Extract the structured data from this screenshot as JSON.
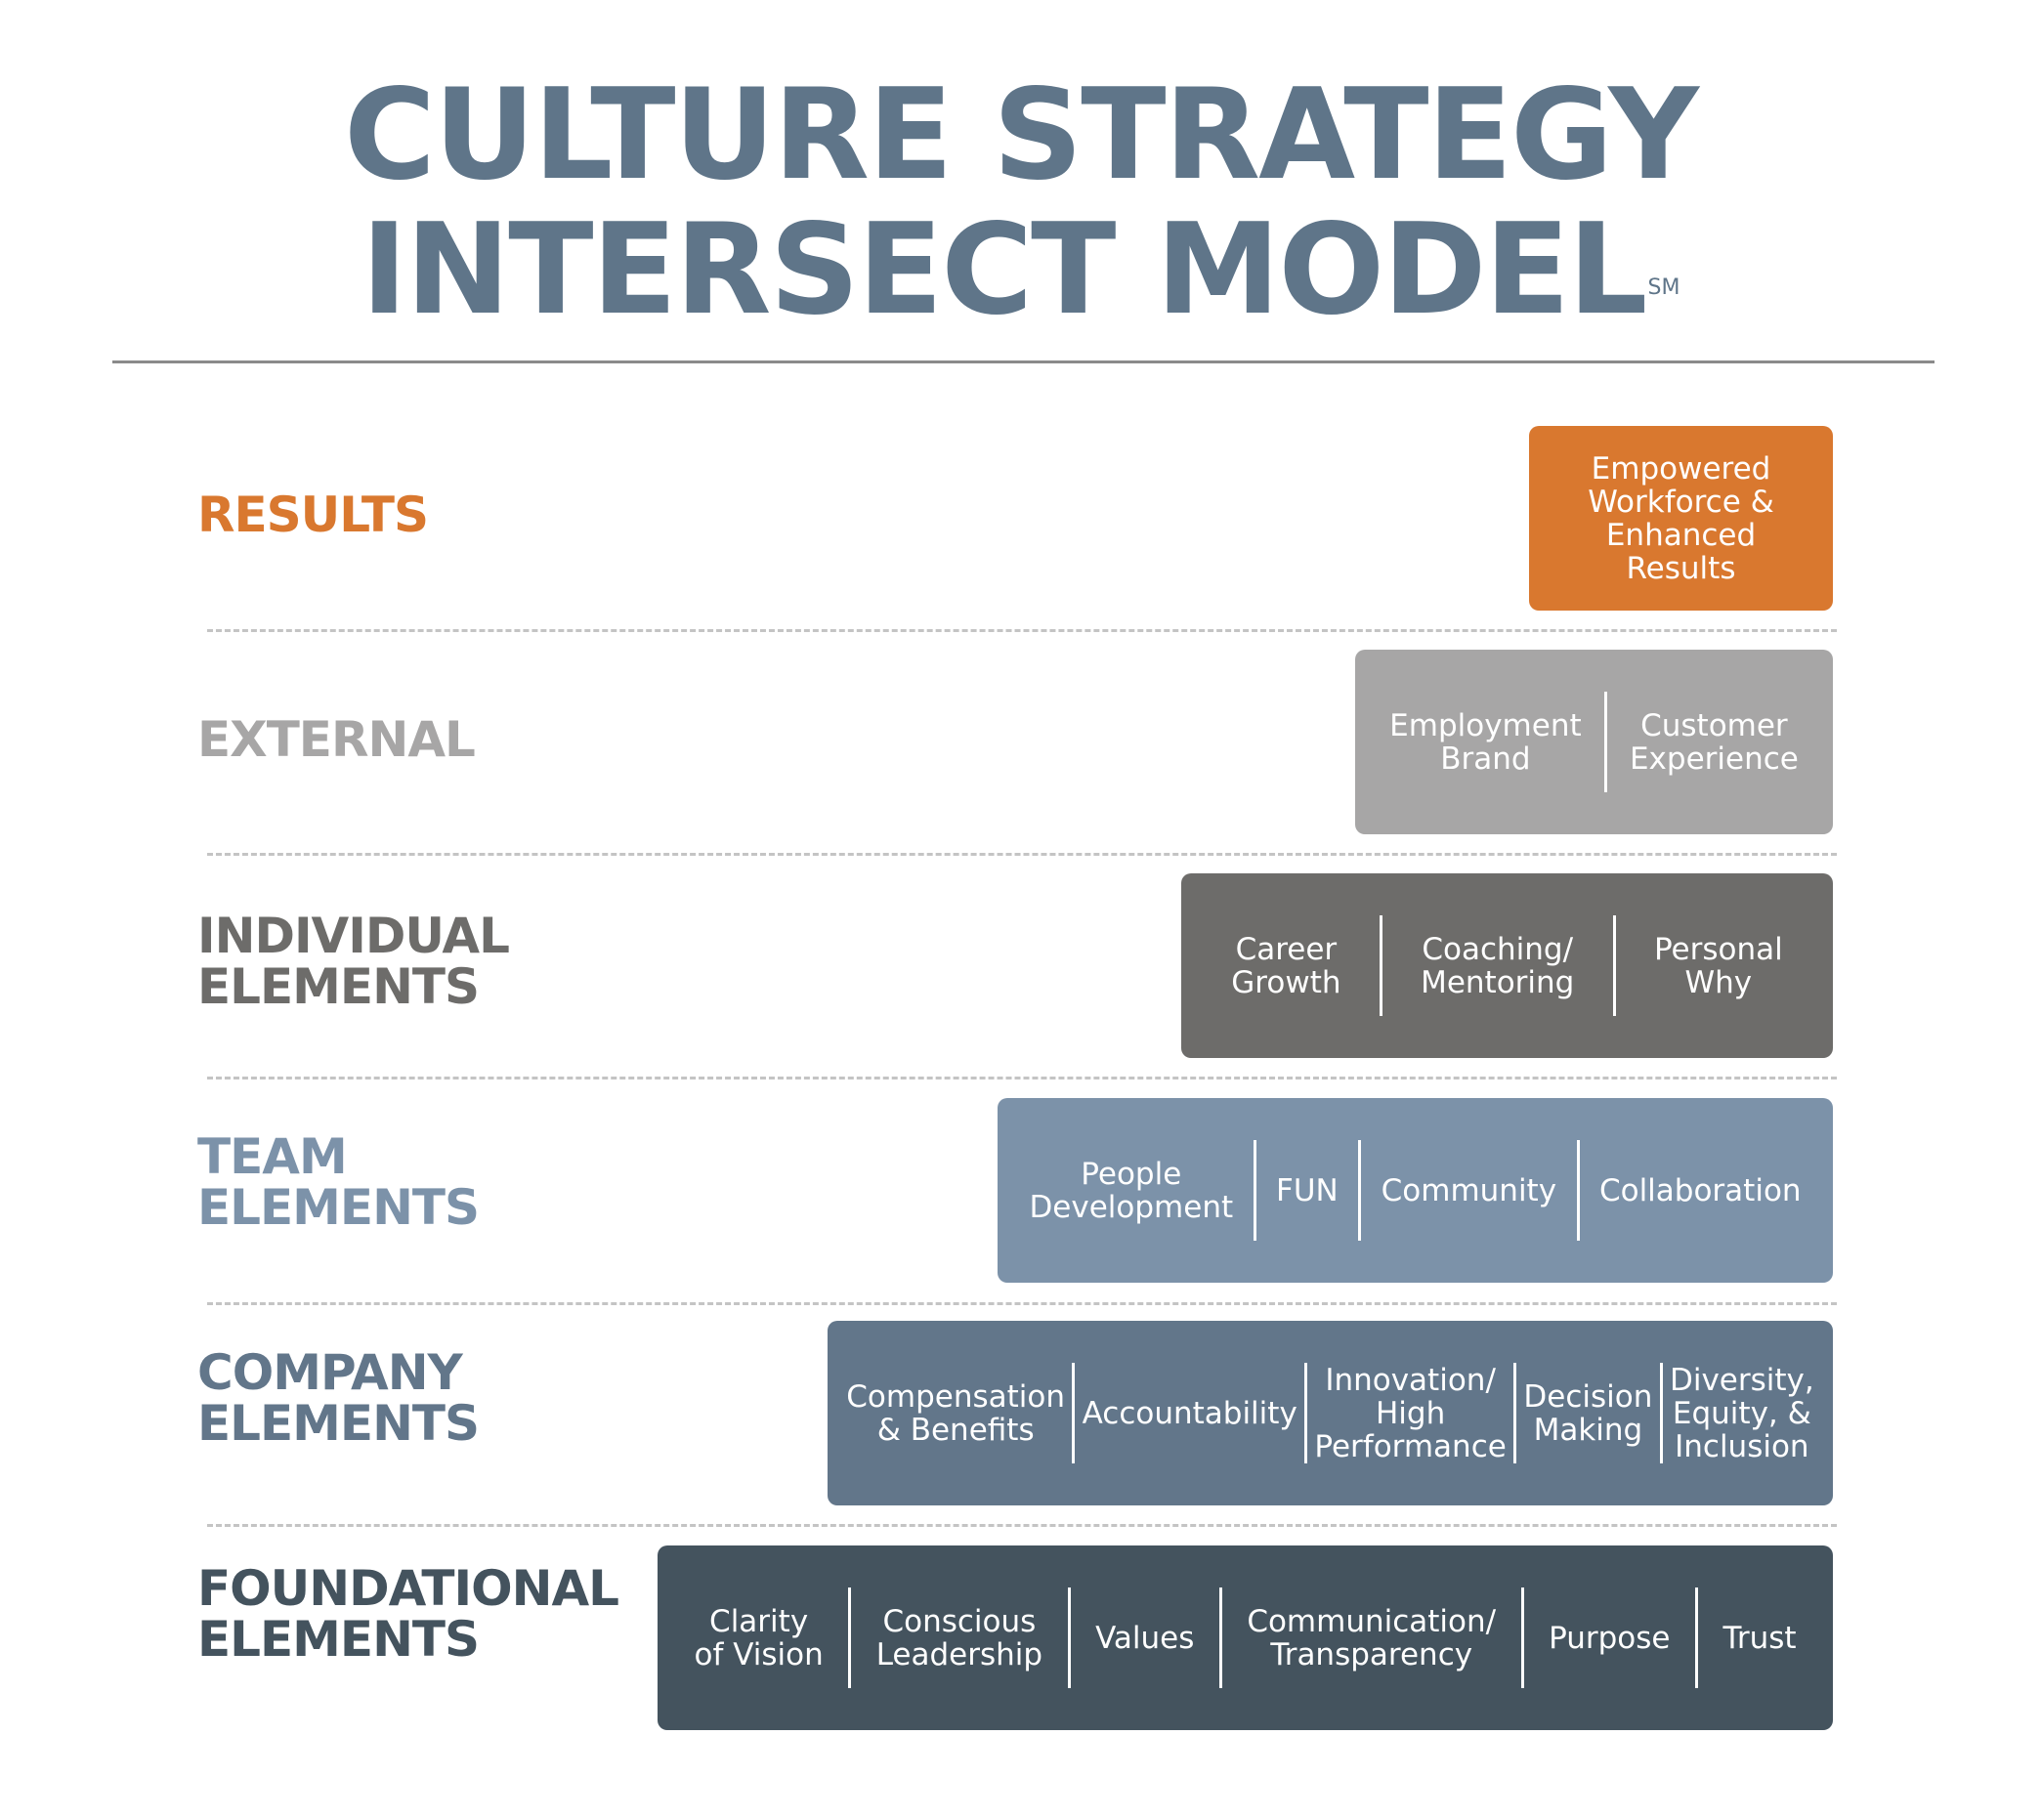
{
  "title": {
    "line1": "CULTURE STRATEGY",
    "line2": "INTERSECT MODEL",
    "mark": "SM"
  },
  "colors": {
    "title": "#5f7589",
    "results": "#d9782f",
    "external": "#a7a6a6",
    "individual": "#6d6c6a",
    "team": "#7c92a9",
    "company": "#62768a",
    "foundational": "#44535e"
  },
  "rows": [
    {
      "label_line1": "RESULTS",
      "label_line2": "",
      "cells": [
        "Empowered\nWorkforce &\nEnhanced Results"
      ]
    },
    {
      "label_line1": "EXTERNAL",
      "label_line2": "",
      "cells": [
        "Employment\nBrand",
        "Customer\nExperience"
      ]
    },
    {
      "label_line1": "INDIVIDUAL",
      "label_line2": "ELEMENTS",
      "cells": [
        "Career\nGrowth",
        "Coaching/\nMentoring",
        "Personal\nWhy"
      ]
    },
    {
      "label_line1": "TEAM",
      "label_line2": "ELEMENTS",
      "cells": [
        "People\nDevelopment",
        "FUN",
        "Community",
        "Collaboration"
      ]
    },
    {
      "label_line1": "COMPANY",
      "label_line2": "ELEMENTS",
      "cells": [
        "Compensation\n& Benefits",
        "Accountability",
        "Innovation/\nHigh\nPerformance",
        "Decision\nMaking",
        "Diversity,\nEquity, &\nInclusion"
      ]
    },
    {
      "label_line1": "FOUNDATIONAL",
      "label_line2": "ELEMENTS",
      "cells": [
        "Clarity\nof Vision",
        "Conscious\nLeadership",
        "Values",
        "Communication/\nTransparency",
        "Purpose",
        "Trust"
      ]
    }
  ]
}
